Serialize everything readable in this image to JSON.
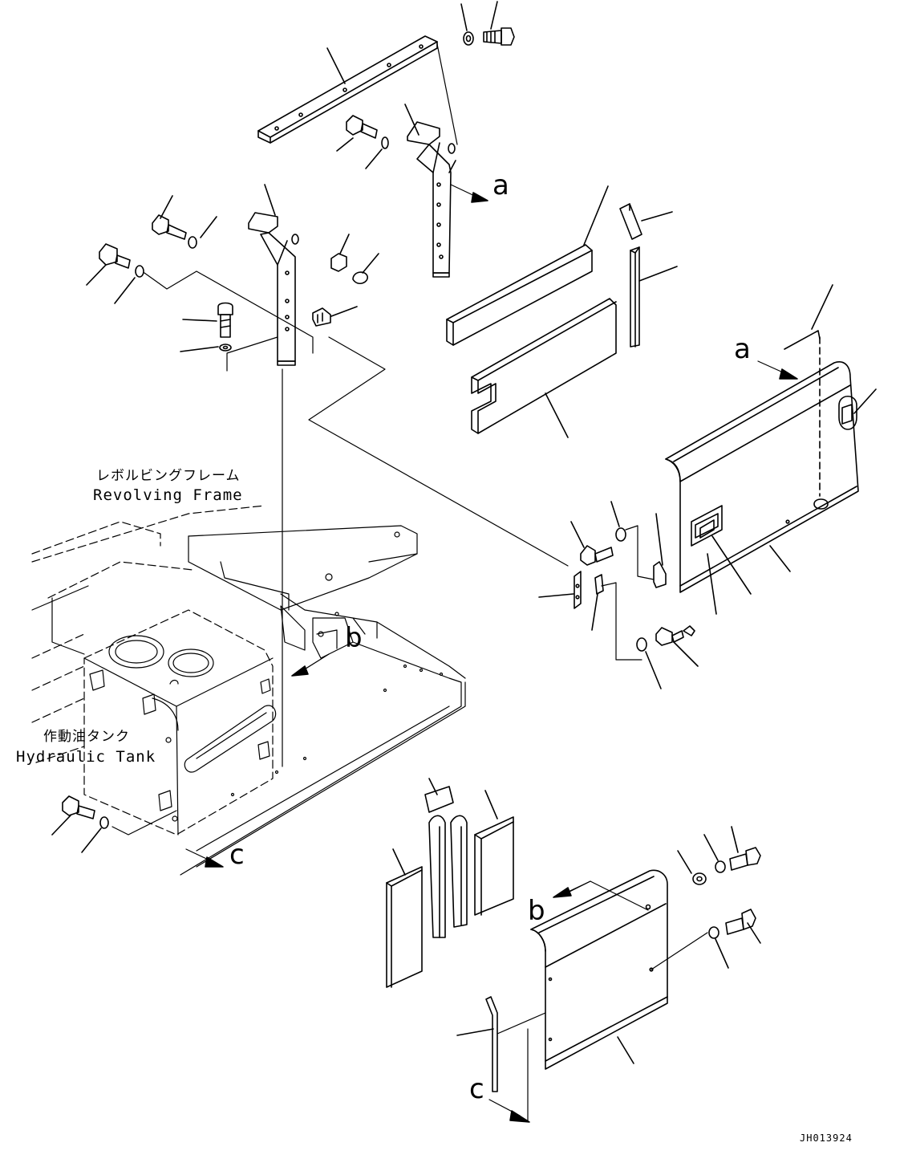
{
  "labels": {
    "revolving_frame_jp": "レボルビングフレーム",
    "revolving_frame_en": "Revolving Frame",
    "hydraulic_tank_jp": "作動油タンク",
    "hydraulic_tank_en": "Hydraulic Tank",
    "ref_a_1": "a",
    "ref_a_2": "a",
    "ref_b_1": "b",
    "ref_b_2": "b",
    "ref_c_1": "c",
    "ref_c_2": "c",
    "drawing_code": "JH013924"
  }
}
